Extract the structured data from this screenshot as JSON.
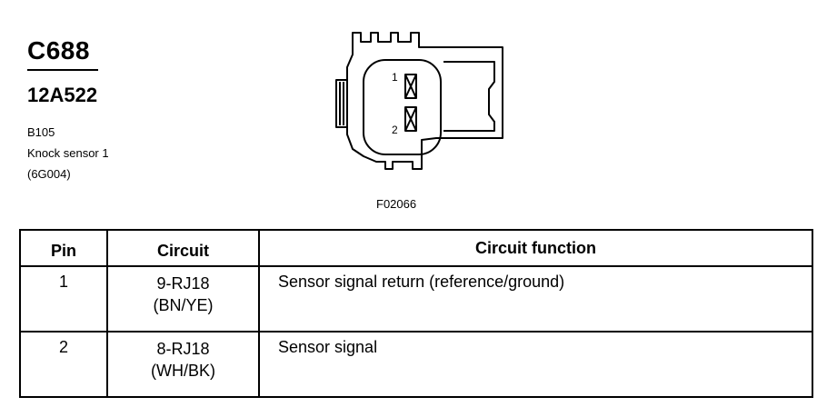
{
  "header": {
    "connector_id": "C688",
    "part_number": "12A522",
    "location_code": "B105",
    "description": "Knock sensor 1",
    "reference": "(6G004)"
  },
  "diagram": {
    "figure_code": "F02066",
    "pin_labels": [
      "1",
      "2"
    ]
  },
  "table": {
    "headers": {
      "pin": "Pin",
      "circuit": "Circuit",
      "function": "Circuit function"
    },
    "rows": [
      {
        "pin": "1",
        "circuit": "9-RJ18",
        "color": "(BN/YE)",
        "function": "Sensor signal return (reference/ground)"
      },
      {
        "pin": "2",
        "circuit": "8-RJ18",
        "color": "(WH/BK)",
        "function": "Sensor signal"
      }
    ]
  }
}
